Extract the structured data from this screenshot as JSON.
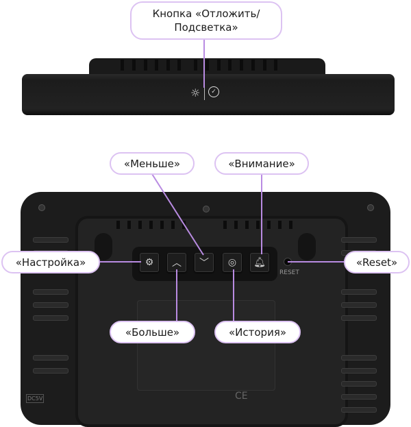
{
  "callouts": {
    "top": "Кнопка «Отложить/ Подсветка»",
    "top_line1": "Кнопка «Отложить/",
    "top_line2": "Подсветка»",
    "minus": "«Меньше»",
    "alert": "«Внимание»",
    "settings": "«Настройка»",
    "reset": "«Reset»",
    "plus": "«Больше»",
    "history": "«История»"
  },
  "device": {
    "reset_label": "RESET",
    "dc_label": "DC5V",
    "ce_mark": "CE",
    "icons": [
      "sun-icon",
      "snooze-icon",
      "gear-icon",
      "chevron-up-icon",
      "chevron-down-icon",
      "history-ring-icon",
      "bell-icon"
    ]
  },
  "colors": {
    "callout_border": "#dcc2f2",
    "callout_line": "#b98be2",
    "device": "#1b1b1b"
  }
}
